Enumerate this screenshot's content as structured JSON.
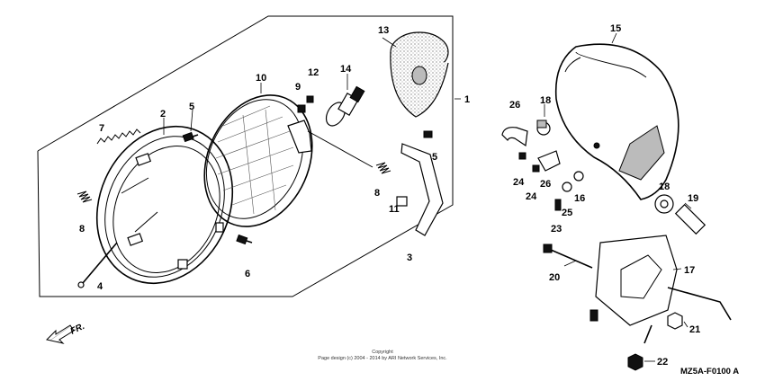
{
  "callouts": {
    "c1": "1",
    "c2": "2",
    "c3": "3",
    "c4": "4",
    "c5a": "5",
    "c5b": "5",
    "c6": "6",
    "c7": "7",
    "c8a": "8",
    "c8b": "8",
    "c9": "9",
    "c10": "10",
    "c11": "11",
    "c12": "12",
    "c13": "13",
    "c14": "14",
    "c15": "15",
    "c16": "16",
    "c17": "17",
    "c18a": "18",
    "c18b": "18",
    "c19": "19",
    "c20": "20",
    "c21": "21",
    "c22": "22",
    "c23": "23",
    "c24a": "24",
    "c24b": "24",
    "c25": "25",
    "c26a": "26",
    "c26b": "26"
  },
  "direction_label": "FR.",
  "copyright": {
    "line1": "Copyright",
    "line2": "Page design (c) 2004 - 2014 by ARI Network Services, Inc."
  },
  "diagram_code": "MZ5A-F0100 A"
}
